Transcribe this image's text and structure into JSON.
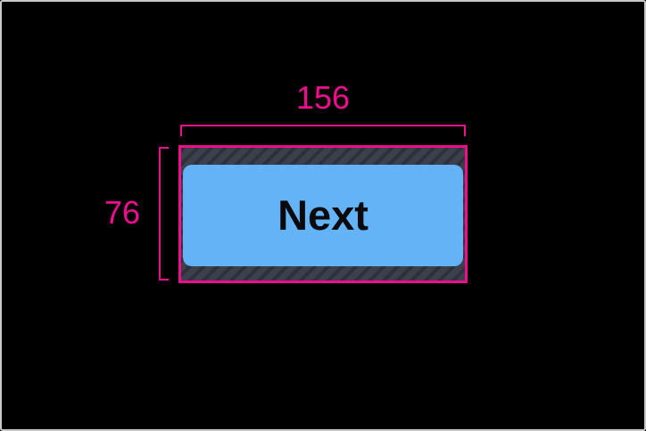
{
  "annotation": {
    "width_value": "156",
    "height_value": "76"
  },
  "button": {
    "label": "Next"
  },
  "colors": {
    "accent": "#F20D8F",
    "button_fill": "#64B3F7",
    "button_text": "#0A0A0C",
    "padding_fill": "#3A414C",
    "padding_stripe": "#2C313A",
    "canvas_bg": "#000000",
    "frame_border": "#C9C9C9"
  }
}
